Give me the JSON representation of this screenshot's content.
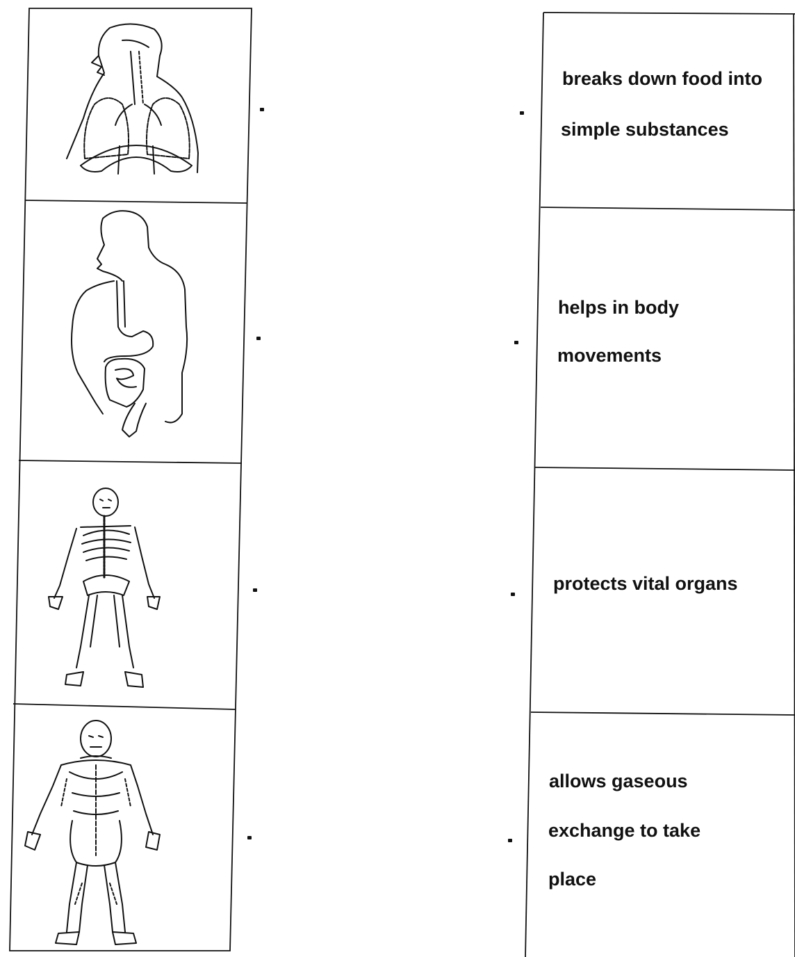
{
  "left_column": {
    "cells": [
      {
        "icon": "respiratory-system-icon"
      },
      {
        "icon": "digestive-system-icon"
      },
      {
        "icon": "skeletal-system-icon"
      },
      {
        "icon": "muscular-system-icon"
      }
    ]
  },
  "right_column": {
    "cells": [
      {
        "lines": [
          "breaks down food into",
          "simple substances"
        ]
      },
      {
        "lines": [
          "helps in body",
          "movements"
        ]
      },
      {
        "lines": [
          "protects vital organs"
        ]
      },
      {
        "lines": [
          "allows gaseous",
          "exchange to take",
          "place"
        ]
      }
    ]
  }
}
